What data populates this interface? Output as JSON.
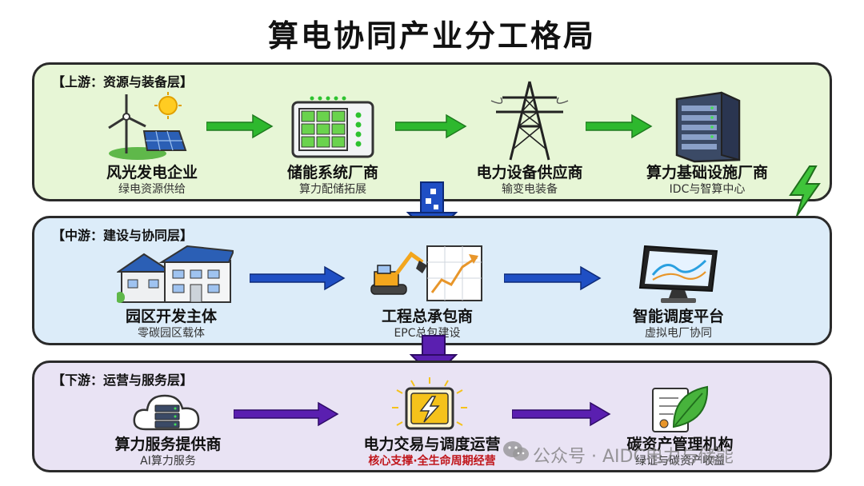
{
  "title": "算电协同产业分工格局",
  "layers": {
    "upstream": {
      "label": "【上游：资源与装备层】",
      "nodes": [
        {
          "name": "风光发电企业",
          "sub": "绿电资源供给",
          "icon": "wind-solar-icon"
        },
        {
          "name": "储能系统厂商",
          "sub": "算力配储拓展",
          "icon": "battery-cabinet-icon"
        },
        {
          "name": "电力设备供应商",
          "sub": "输变电装备",
          "icon": "transmission-tower-icon"
        },
        {
          "name": "算力基础设施厂商",
          "sub": "IDC与智算中心",
          "icon": "server-rack-icon"
        }
      ]
    },
    "midstream": {
      "label": "【中游：建设与协同层】",
      "nodes": [
        {
          "name": "园区开发主体",
          "sub": "零碳园区载体",
          "icon": "solar-buildings-icon"
        },
        {
          "name": "工程总承包商",
          "sub": "EPC总包建设",
          "icon": "excavator-chart-icon"
        },
        {
          "name": "智能调度平台",
          "sub": "虚拟电厂协同",
          "icon": "monitor-icon"
        }
      ]
    },
    "downstream": {
      "label": "【下游：运营与服务层】",
      "nodes": [
        {
          "name": "算力服务提供商",
          "sub": "AI算力服务",
          "icon": "cloud-server-icon"
        },
        {
          "name": "电力交易与调度运营",
          "sub": "核心支撑·全生命周期经营",
          "icon": "energy-core-icon"
        },
        {
          "name": "碳资产管理机构",
          "sub": "绿证与碳资产收益",
          "icon": "leaf-certificate-icon"
        }
      ]
    }
  },
  "watermark": "公众号 · AIDC电力与储能",
  "colors": {
    "upstream_bg": "#e7f6d6",
    "midstream_bg": "#dcecf9",
    "downstream_bg": "#e9e3f4",
    "green_arrow": "#2eb82e",
    "blue_arrow": "#1f4fc4",
    "purple_arrow": "#5a1fb0",
    "lightning": "#3fc43a"
  }
}
